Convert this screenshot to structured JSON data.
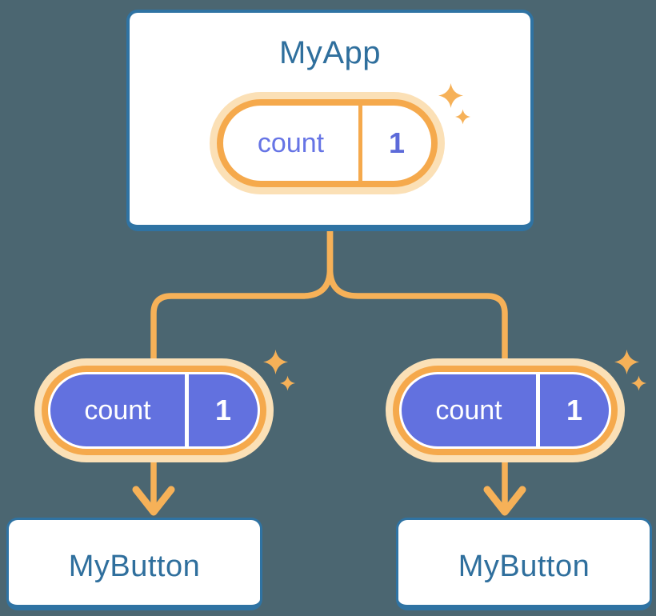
{
  "colors": {
    "background": "#4B6671",
    "card_border": "#2F73A3",
    "card_background": "#FFFFFF",
    "component_text": "#2F6F9D",
    "connector_orange": "#F6B158",
    "pill_ring_orange": "#F5A94C",
    "pill_ring_pale": "#FBE0B6",
    "state_purple": "#6271DF"
  },
  "icons": {
    "sparkle": "sparkle-icon"
  },
  "root": {
    "title": "MyApp",
    "state": {
      "name": "count",
      "value": "1"
    }
  },
  "children": [
    {
      "title": "MyButton",
      "state": {
        "name": "count",
        "value": "1"
      }
    },
    {
      "title": "MyButton",
      "state": {
        "name": "count",
        "value": "1"
      }
    }
  ]
}
